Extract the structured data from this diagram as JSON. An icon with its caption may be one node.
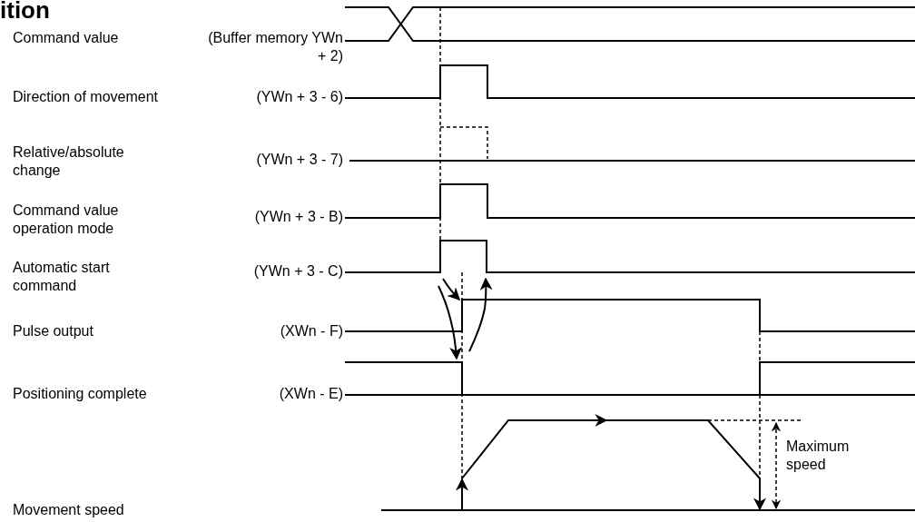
{
  "diagram": {
    "title": "ition",
    "labels": [
      "Command value",
      "(Buffer memory YWn + 2)",
      "Direction of movement",
      "(YWn + 3 - 6)",
      "Relative/absolute change",
      "(YWn + 3 - 7)",
      "Command value operation mode",
      "(YWn + 3 - B)",
      "Automatic start command",
      "(YWn + 3 - C)",
      "Pulse output",
      "(XWn - F)",
      "Positioning complete",
      "(XWn - E)",
      "Maximum speed",
      "Movement speed"
    ]
  }
}
